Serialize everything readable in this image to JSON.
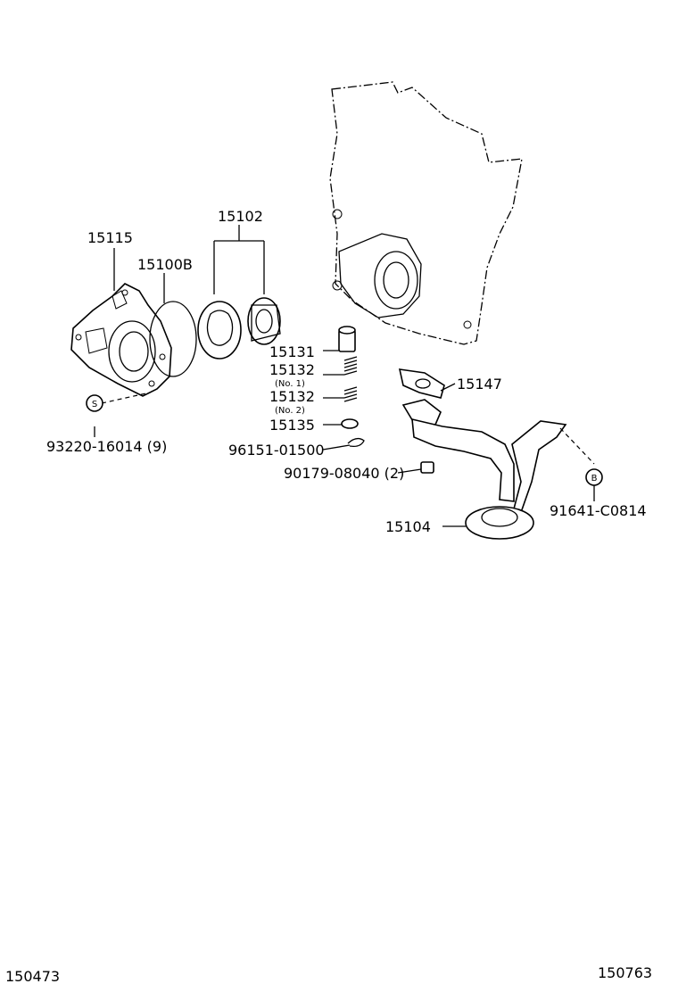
{
  "parts": {
    "p15102": "15102",
    "p15115": "15115",
    "p15100B": "15100B",
    "p15131": "15131",
    "p15132_1": "15132",
    "p15132_1_note": "(No. 1)",
    "p15132_2": "15132",
    "p15132_2_note": "(No. 2)",
    "p15135": "15135",
    "p96151": "96151-01500",
    "p90179": "90179-08040 (2)",
    "p15147": "15147",
    "p15104": "15104",
    "p93220": "93220-16014 (9)",
    "p91641": "91641-C0814",
    "mark_s": "S",
    "mark_b": "B"
  },
  "corner": {
    "left_code": "150473",
    "right_code": "150763"
  }
}
